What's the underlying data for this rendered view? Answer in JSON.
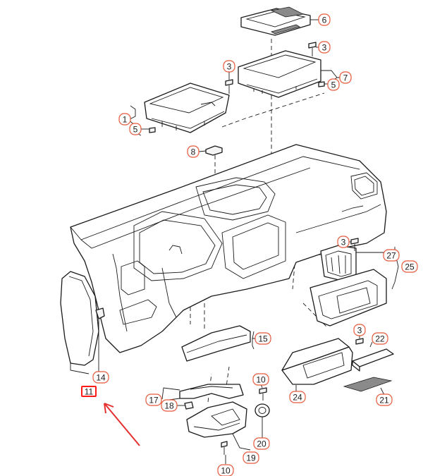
{
  "colors": {
    "callout_border": "#e8593a",
    "highlight": "#ff1a1a",
    "arrow": "#e53030",
    "line": "#1a1a1a"
  },
  "callouts": [
    {
      "label": "6"
    },
    {
      "label": "3"
    },
    {
      "label": "3"
    },
    {
      "label": "7"
    },
    {
      "label": "5"
    },
    {
      "label": "1"
    },
    {
      "label": "5"
    },
    {
      "label": "8"
    },
    {
      "label": "3"
    },
    {
      "label": "27"
    },
    {
      "label": "25"
    },
    {
      "label": "15"
    },
    {
      "label": "14"
    },
    {
      "label": "3"
    },
    {
      "label": "22"
    },
    {
      "label": "24"
    },
    {
      "label": "21"
    },
    {
      "label": "10"
    },
    {
      "label": "17"
    },
    {
      "label": "18"
    },
    {
      "label": "20"
    },
    {
      "label": "19"
    },
    {
      "label": "10"
    }
  ],
  "highlighted_part": {
    "label": "11"
  }
}
